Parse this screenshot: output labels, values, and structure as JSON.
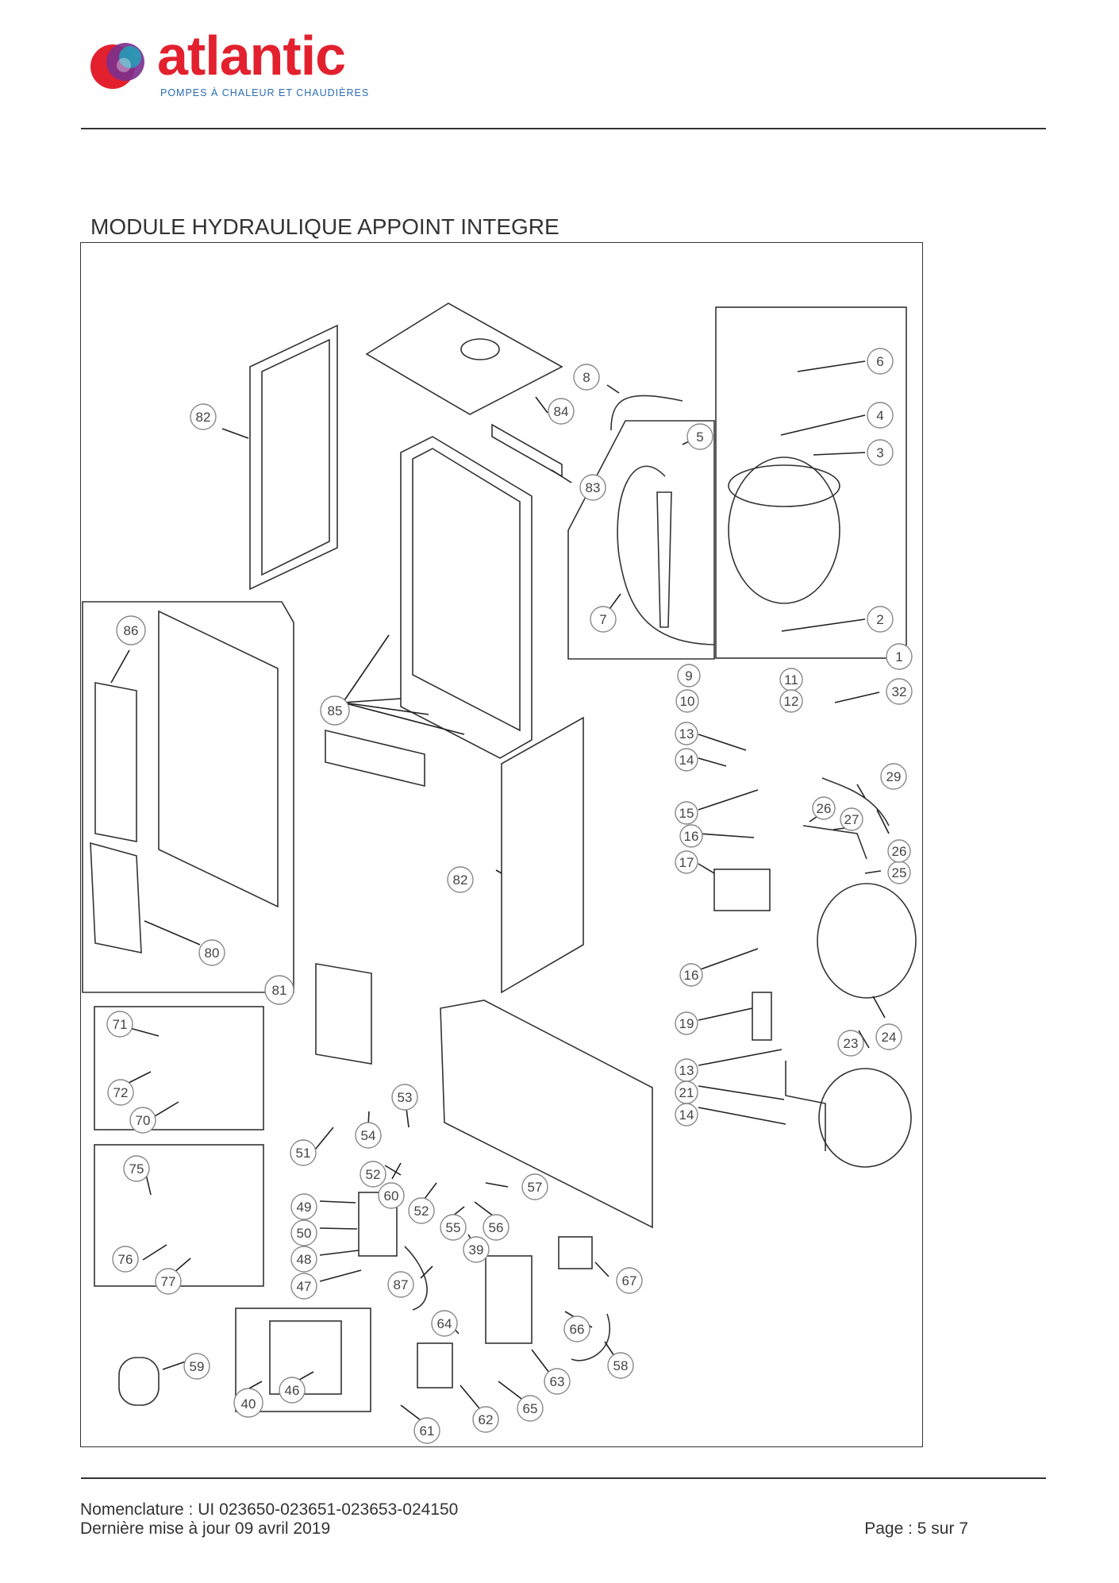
{
  "brand": {
    "name": "atlantic",
    "tagline": "POMPES À CHALEUR ET CHAUDIÈRES",
    "colors": {
      "red": "#e3202e",
      "blue": "#2a6db5",
      "purple": "#7b2f8e",
      "teal": "#1fa3b8"
    }
  },
  "section_title": "MODULE HYDRAULIQUE APPOINT INTEGRE",
  "callouts": [
    {
      "label": "1"
    },
    {
      "label": "2"
    },
    {
      "label": "3"
    },
    {
      "label": "4"
    },
    {
      "label": "5"
    },
    {
      "label": "6"
    },
    {
      "label": "7"
    },
    {
      "label": "8"
    },
    {
      "label": "9"
    },
    {
      "label": "10"
    },
    {
      "label": "11"
    },
    {
      "label": "12"
    },
    {
      "label": "13"
    },
    {
      "label": "14"
    },
    {
      "label": "15"
    },
    {
      "label": "16"
    },
    {
      "label": "17"
    },
    {
      "label": "16"
    },
    {
      "label": "19"
    },
    {
      "label": "13"
    },
    {
      "label": "21"
    },
    {
      "label": "14"
    },
    {
      "label": "23"
    },
    {
      "label": "24"
    },
    {
      "label": "25"
    },
    {
      "label": "26"
    },
    {
      "label": "27"
    },
    {
      "label": "26"
    },
    {
      "label": "29"
    },
    {
      "label": "32"
    },
    {
      "label": "39"
    },
    {
      "label": "40"
    },
    {
      "label": "46"
    },
    {
      "label": "47"
    },
    {
      "label": "48"
    },
    {
      "label": "49"
    },
    {
      "label": "50"
    },
    {
      "label": "51"
    },
    {
      "label": "52"
    },
    {
      "label": "52"
    },
    {
      "label": "53"
    },
    {
      "label": "54"
    },
    {
      "label": "55"
    },
    {
      "label": "56"
    },
    {
      "label": "57"
    },
    {
      "label": "58"
    },
    {
      "label": "59"
    },
    {
      "label": "60"
    },
    {
      "label": "61"
    },
    {
      "label": "62"
    },
    {
      "label": "63"
    },
    {
      "label": "64"
    },
    {
      "label": "65"
    },
    {
      "label": "66"
    },
    {
      "label": "67"
    },
    {
      "label": "70"
    },
    {
      "label": "71"
    },
    {
      "label": "72"
    },
    {
      "label": "75"
    },
    {
      "label": "76"
    },
    {
      "label": "77"
    },
    {
      "label": "80"
    },
    {
      "label": "81"
    },
    {
      "label": "82"
    },
    {
      "label": "82"
    },
    {
      "label": "83"
    },
    {
      "label": "84"
    },
    {
      "label": "85"
    },
    {
      "label": "86"
    },
    {
      "label": "87"
    }
  ],
  "footer": {
    "nomenclature": "Nomenclature : UI 023650-023651-023653-024150",
    "last_update": "Dernière mise à jour 09 avril 2019",
    "page": "Page : 5 sur 7"
  }
}
